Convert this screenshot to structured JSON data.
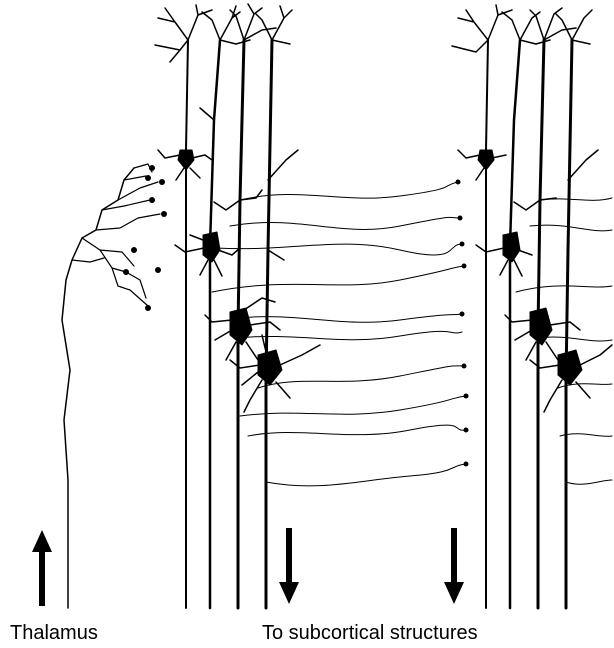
{
  "labels": {
    "thalamus": "Thalamus",
    "subcortical": "To subcortical structures"
  },
  "arrows": [
    {
      "name": "thalamus-input-arrow",
      "direction": "up"
    },
    {
      "name": "subcortical-output-arrow-left",
      "direction": "down"
    },
    {
      "name": "subcortical-output-arrow-right",
      "direction": "down"
    }
  ],
  "colors": {
    "ink": "#000000",
    "background": "#ffffff"
  }
}
